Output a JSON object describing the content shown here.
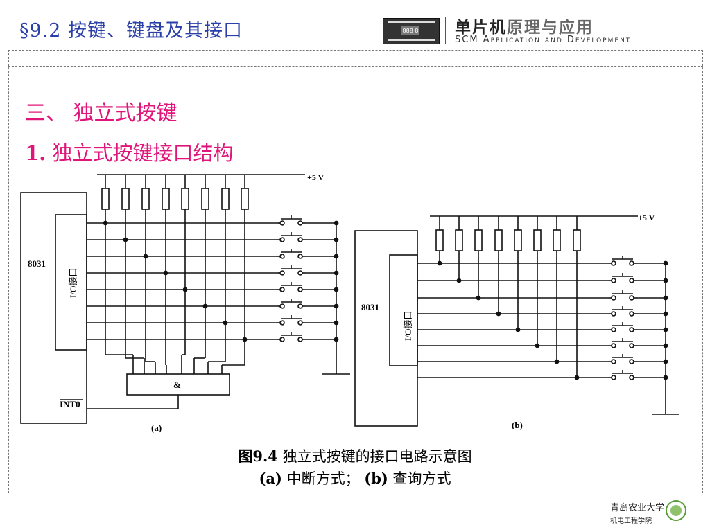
{
  "header": {
    "title": "§9.2  按键、键盘及其接口",
    "brand_cn_strong": "单片机",
    "brand_cn_light": "原理与应用",
    "brand_en": "SCM Application and Development",
    "chip_label": "888 8"
  },
  "content": {
    "section_title": "三、 独立式按键",
    "sub_title_num": "1.",
    "sub_title_text": "独立式按键接口结构"
  },
  "figure": {
    "a": {
      "chip_label": "8031",
      "io_label": "I/O接口",
      "int_label": "INT0",
      "gate_label": "&",
      "supply_label": "+5 V",
      "panel_label": "(a)"
    },
    "b": {
      "chip_label": "8031",
      "io_label": "I/O接口",
      "supply_label": "+5 V",
      "panel_label": "(b)"
    }
  },
  "caption": {
    "line1_strong": "图9.4",
    "line1_text": "独立式按键的接口电路示意图",
    "line2_a": "(a)",
    "line2_a_text": "中断方式；",
    "line2_b": "(b)",
    "line2_b_text": "查询方式"
  },
  "footer": {
    "school": "青岛农业大学",
    "college": "机电工程学院"
  }
}
